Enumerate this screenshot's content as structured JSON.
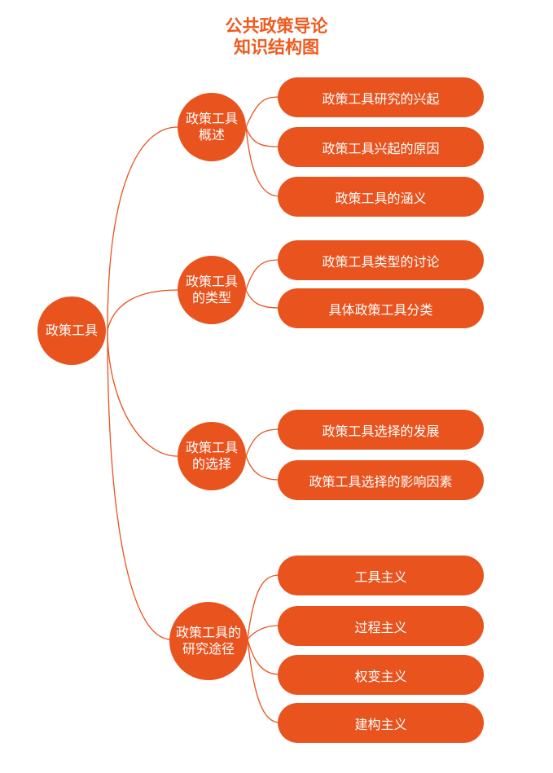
{
  "title": {
    "line1": "公共政策导论",
    "line2": "知识结构图"
  },
  "root": "政策工具",
  "branches": [
    {
      "label_line1": "政策工具",
      "label_line2": "概述",
      "items": [
        "政策工具研究的兴起",
        "政策工具兴起的原因",
        "政策工具的涵义"
      ]
    },
    {
      "label_line1": "政策工具",
      "label_line2": "的类型",
      "items": [
        "政策工具类型的讨论",
        "具体政策工具分类"
      ]
    },
    {
      "label_line1": "政策工具",
      "label_line2": "的选择",
      "items": [
        "政策工具选择的发展",
        "政策工具选择的影响因素"
      ]
    },
    {
      "label_line1": "政策工具的",
      "label_line2": "研究途径",
      "items": [
        "工具主义",
        "过程主义",
        "权变主义",
        "建构主义"
      ]
    }
  ],
  "colors": {
    "node_fill": "#e8531e",
    "title": "#ee5a1e",
    "connector": "#e8531e"
  }
}
